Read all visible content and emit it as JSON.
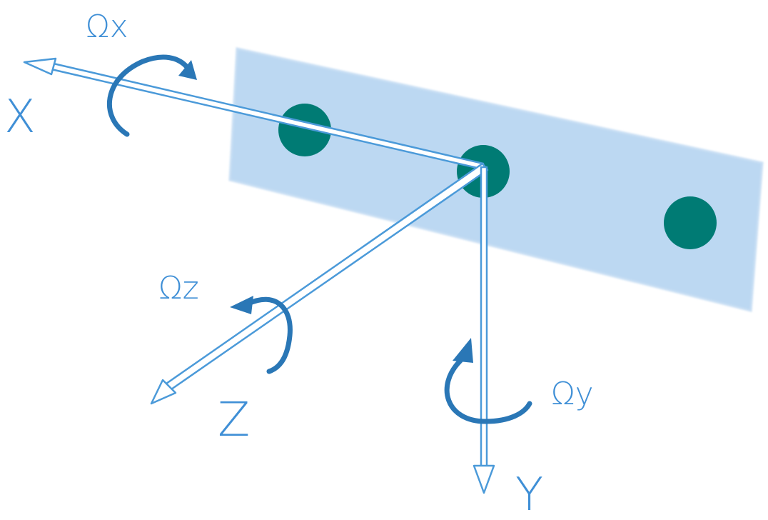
{
  "axes": {
    "x": {
      "label": "X",
      "rotation_label": "Ωx"
    },
    "y": {
      "label": "Y",
      "rotation_label": "Ωy"
    },
    "z": {
      "label": "Z",
      "rotation_label": "Ωz"
    }
  },
  "colors": {
    "panel_fill": "#bcd8f2",
    "panel_edge": "#c9dff4",
    "marker": "#007b74",
    "axis_outline": "#4b9ad9",
    "axis_fill": "#ffffff",
    "rotation_arrow": "#2a77b6",
    "label_text": "#3f8fd6"
  },
  "markers": [
    {
      "name": "marker-left"
    },
    {
      "name": "marker-center"
    },
    {
      "name": "marker-right"
    }
  ]
}
